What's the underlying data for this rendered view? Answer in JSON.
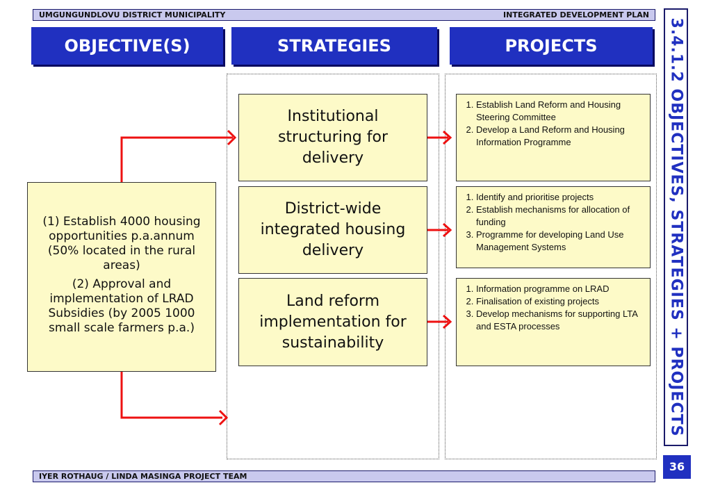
{
  "header": {
    "left": "UMGUNGUNDLOVU DISTRICT MUNICIPALITY",
    "right": "INTEGRATED DEVELOPMENT PLAN"
  },
  "columns": {
    "objectives": "OBJECTIVE(S)",
    "strategies": "STRATEGIES",
    "projects": "PROJECTS"
  },
  "objective": {
    "line1": "(1) Establish 4000 housing opportunities p.a.annum (50% located in the rural areas)",
    "line2": "(2) Approval and implementation of LRAD Subsidies (by 2005 1000 small scale farmers p.a.)"
  },
  "strategies": [
    "Institutional structuring for delivery",
    "District-wide integrated housing delivery",
    "Land reform implementation for sustainability"
  ],
  "projects": [
    [
      "Establish Land Reform and Housing Steering Committee",
      "Develop a Land Reform and Housing Information Programme"
    ],
    [
      "Identify and prioritise projects",
      "Establish mechanisms for allocation of funding",
      "Programme for developing Land Use Management Systems"
    ],
    [
      "Information programme on LRAD",
      "Finalisation of existing projects",
      "Develop mechanisms for supporting LTA and ESTA processes"
    ]
  ],
  "side_title": "3.4.1.2 OBJECTIVES, STRATEGIES + PROJECTS",
  "page_number": "36",
  "footer": "IYER ROTHAUG / LINDA MASINGA PROJECT TEAM",
  "colors": {
    "header_blue": "#2030c0",
    "box_fill": "#fdfac8",
    "arrow_red": "#ee1111",
    "bar_fill": "#c9c9ee"
  }
}
